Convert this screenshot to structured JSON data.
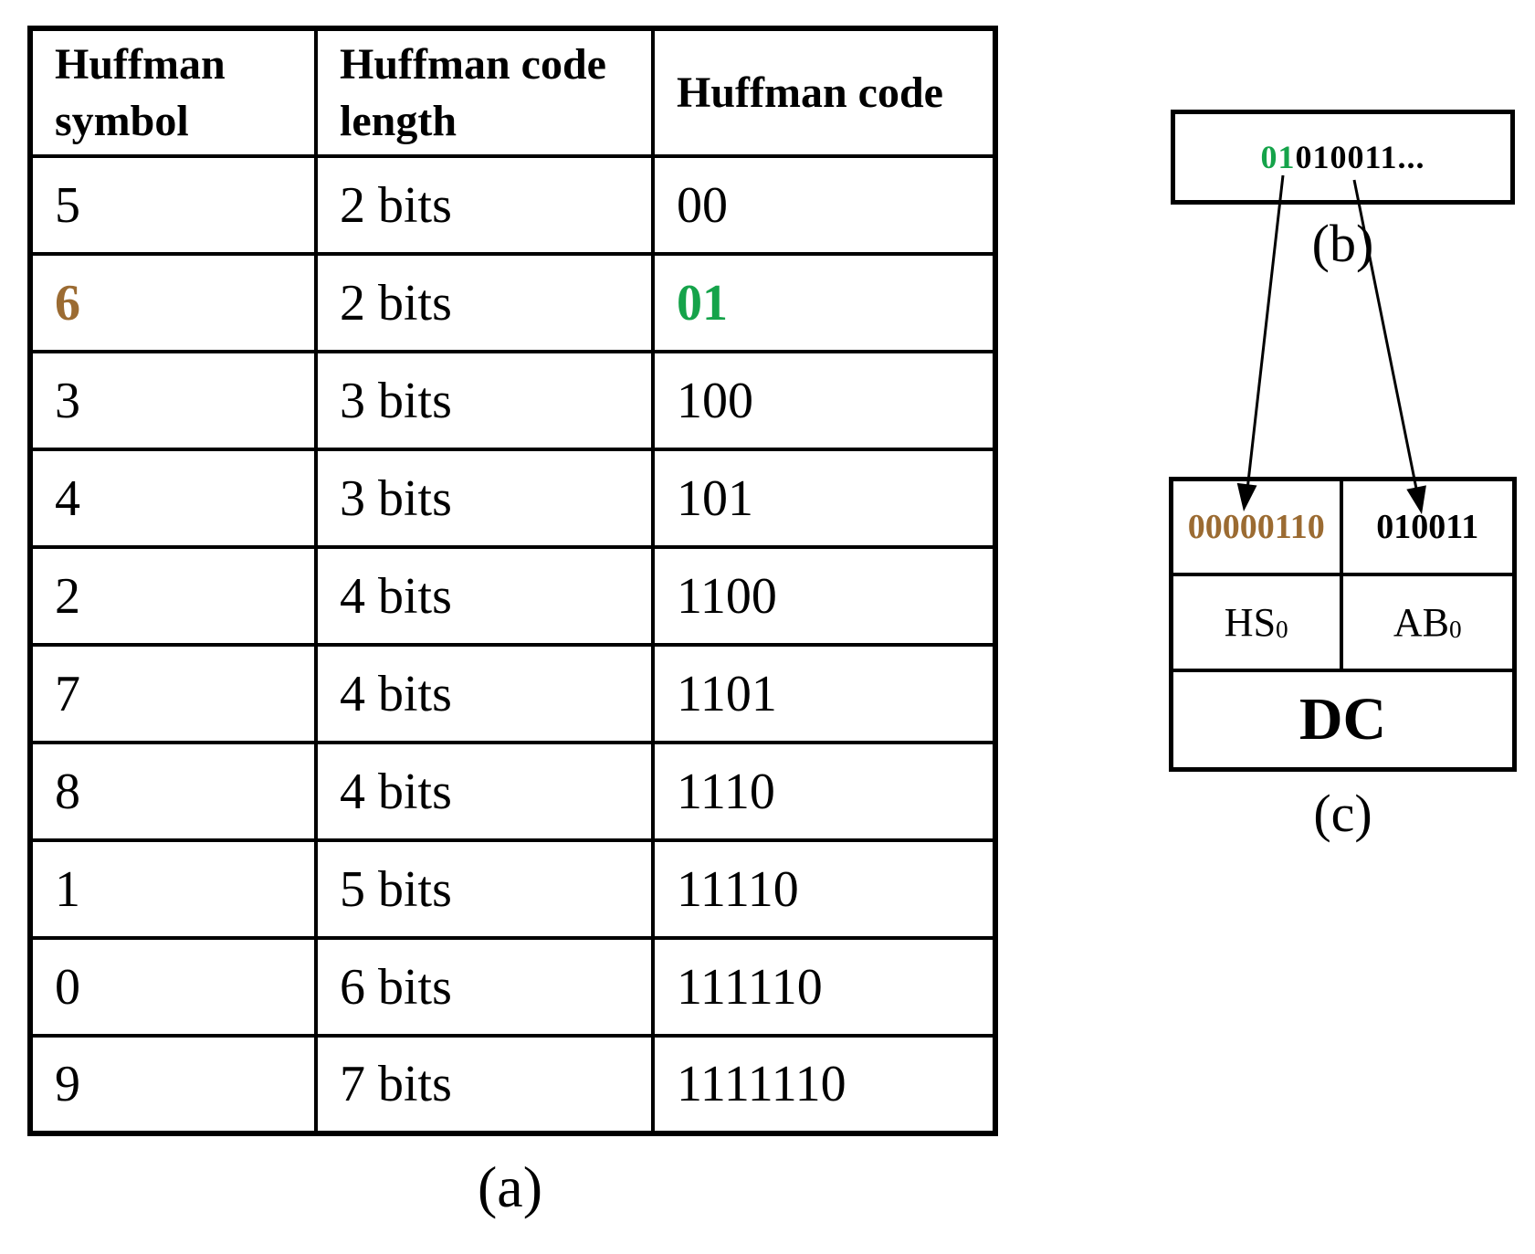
{
  "colors": {
    "brown": "#9B6B32",
    "green": "#15A34A",
    "line": "#000000"
  },
  "table_a": {
    "headers": [
      "Huffman symbol",
      "Huffman code length",
      "Huffman code"
    ],
    "rows": [
      {
        "symbol": "5",
        "length": "2 bits",
        "code": "00"
      },
      {
        "symbol": "6",
        "length": "2 bits",
        "code": "01",
        "symbol_color": "brown",
        "code_color": "green"
      },
      {
        "symbol": "3",
        "length": "3 bits",
        "code": "100"
      },
      {
        "symbol": "4",
        "length": "3 bits",
        "code": "101"
      },
      {
        "symbol": "2",
        "length": "4 bits",
        "code": "1100"
      },
      {
        "symbol": "7",
        "length": "4 bits",
        "code": "1101"
      },
      {
        "symbol": "8",
        "length": "4 bits",
        "code": "1110"
      },
      {
        "symbol": "1",
        "length": "5 bits",
        "code": "11110"
      },
      {
        "symbol": "0",
        "length": "6 bits",
        "code": "111110"
      },
      {
        "symbol": "9",
        "length": "7 bits",
        "code": "1111110"
      }
    ],
    "caption": "(a)"
  },
  "bitstream_b": {
    "highlighted_bits": "01",
    "remaining_bits": "010011...",
    "caption": "(b)"
  },
  "structure_c": {
    "hs_bits": "00000110",
    "ab_bits": "010011",
    "hs_label_base": "HS",
    "hs_label_sub": "0",
    "ab_label_base": "AB",
    "ab_label_sub": "0",
    "dc_label": "DC",
    "caption": "(c)"
  }
}
